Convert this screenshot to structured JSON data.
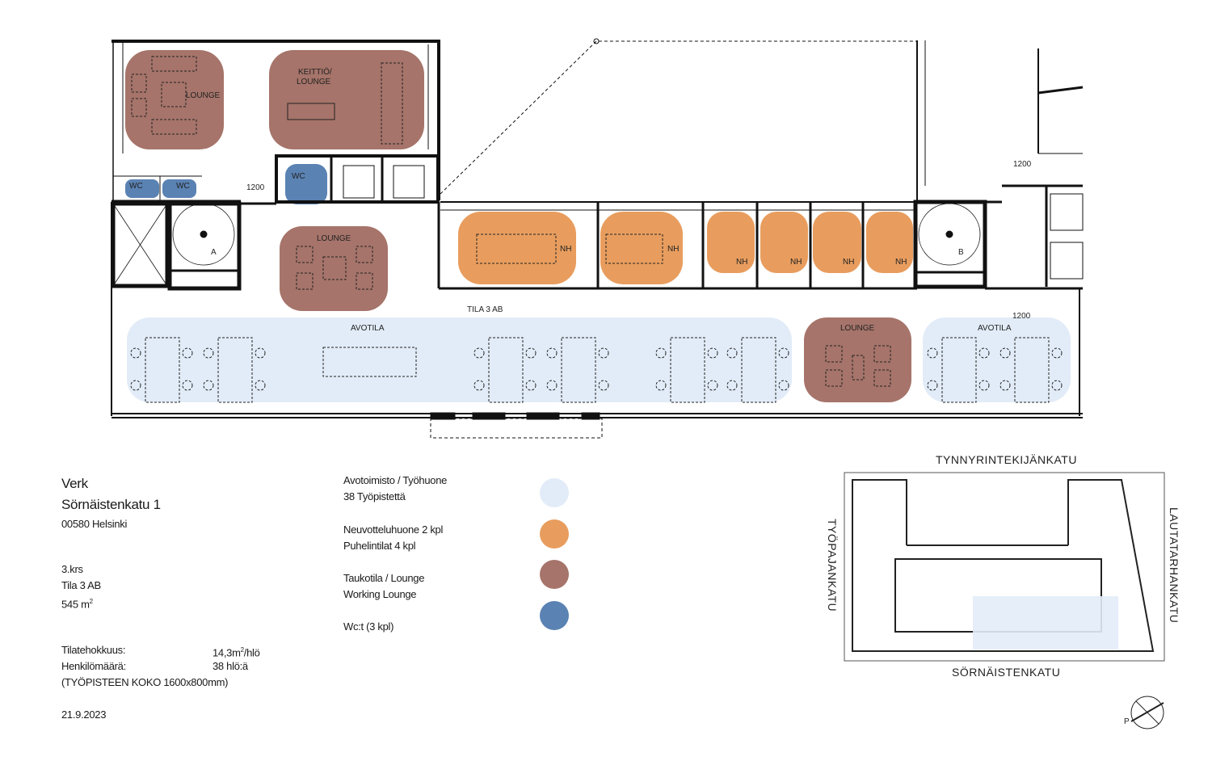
{
  "plan": {
    "rooms": {
      "lounge_top": "LOUNGE",
      "keittio": "KEITTIÖ/",
      "keittio2": "LOUNGE",
      "wc1": "WC",
      "wc2": "WC",
      "wc3": "WC",
      "lounge_mid": "LOUNGE",
      "nh": [
        "NH",
        "NH",
        "NH",
        "NH",
        "NH",
        "NH"
      ],
      "stair_a": "A",
      "stair_b": "B",
      "tila": "TILA 3 AB",
      "avotila_left": "AVOTILA",
      "lounge_bottom": "LOUNGE",
      "avotila_right": "AVOTILA"
    },
    "dims": [
      "1200",
      "1200",
      "1200"
    ]
  },
  "info": {
    "name": "Verk",
    "street": "Sörnäistenkatu 1",
    "postal": "00580 Helsinki",
    "floor": "3.krs",
    "space": "Tila 3 AB",
    "area": "545 m",
    "area_sup": "2",
    "efficiency_label": "Tilatehokkuus:",
    "efficiency_value": "14,3m",
    "efficiency_sup": "2",
    "efficiency_unit": "/hlö",
    "persons_label": "Henkilömäärä:",
    "persons_value": "38 hlö:ä",
    "desk_size": "(TYÖPISTEEN KOKO 1600x800mm)",
    "date": "21.9.2023"
  },
  "legend": [
    {
      "line1": "Avotoimisto / Työhuone",
      "line2": "38 Työpistettä",
      "color": "#e2ecf8"
    },
    {
      "line1": "Neuvotteluhuone 2 kpl",
      "line2": "Puhelintilat 4 kpl",
      "color": "#e89d5e"
    },
    {
      "line1": "Taukotila / Lounge",
      "line2": "Working Lounge",
      "color": "#a6746a"
    },
    {
      "line1": "Wc:t (3 kpl)",
      "line2": "",
      "color": "#5a82b3"
    }
  ],
  "keymap": {
    "north": "TYNNYRINTEKIJÄNKATU",
    "south": "SÖRNÄISTENKATU",
    "west": "TYÖPAJANKATU",
    "east": "LAUTATARHANKATU",
    "compass": "P"
  }
}
